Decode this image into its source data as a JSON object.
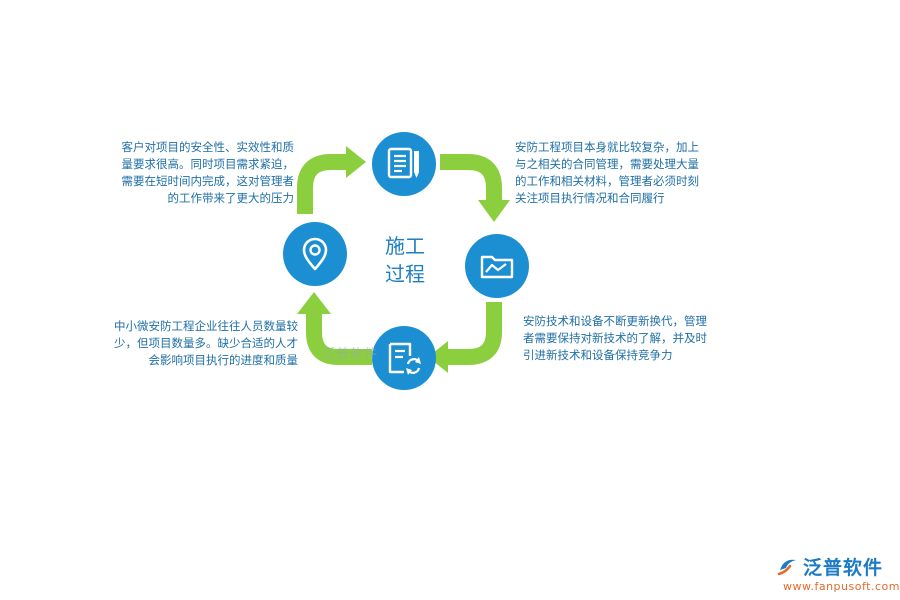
{
  "center": {
    "line1": "施工",
    "line2": "过程"
  },
  "nodes": {
    "top_left_text": "客户对项目的安全性、实效性和质量要求很高。同时项目需求紧迫，需要在短时间内完成，这对管理者的工作带来了更大的压力",
    "top_right_text": "安防工程项目本身就比较复杂，加上与之相关的合同管理，需要处理大量的工作和相关材料，管理者必须时刻关注项目执行情况和合同履行",
    "bottom_right_text": "安防技术和设备不断更新换代，管理者需要保持对新技术的了解，并及时引进新技术和设备保持竞争力",
    "bottom_left_text": "中小微安防工程企业往往人员数量较少，但项目数量多。缺少合适的人才会影响项目执行的进度和质量"
  },
  "icons": {
    "top": "document-pencil-icon",
    "right": "folder-icon",
    "bottom": "document-refresh-icon",
    "left": "location-pin-icon"
  },
  "watermark": {
    "center": "泛普软件"
  },
  "logo": {
    "name": "泛普软件",
    "url": "www.fanpusoft.com"
  },
  "colors": {
    "circle": "#1c8fd3",
    "arrow": "#8ccf3e",
    "text": "#1f6fa5",
    "logo": "#1b7bc4"
  }
}
